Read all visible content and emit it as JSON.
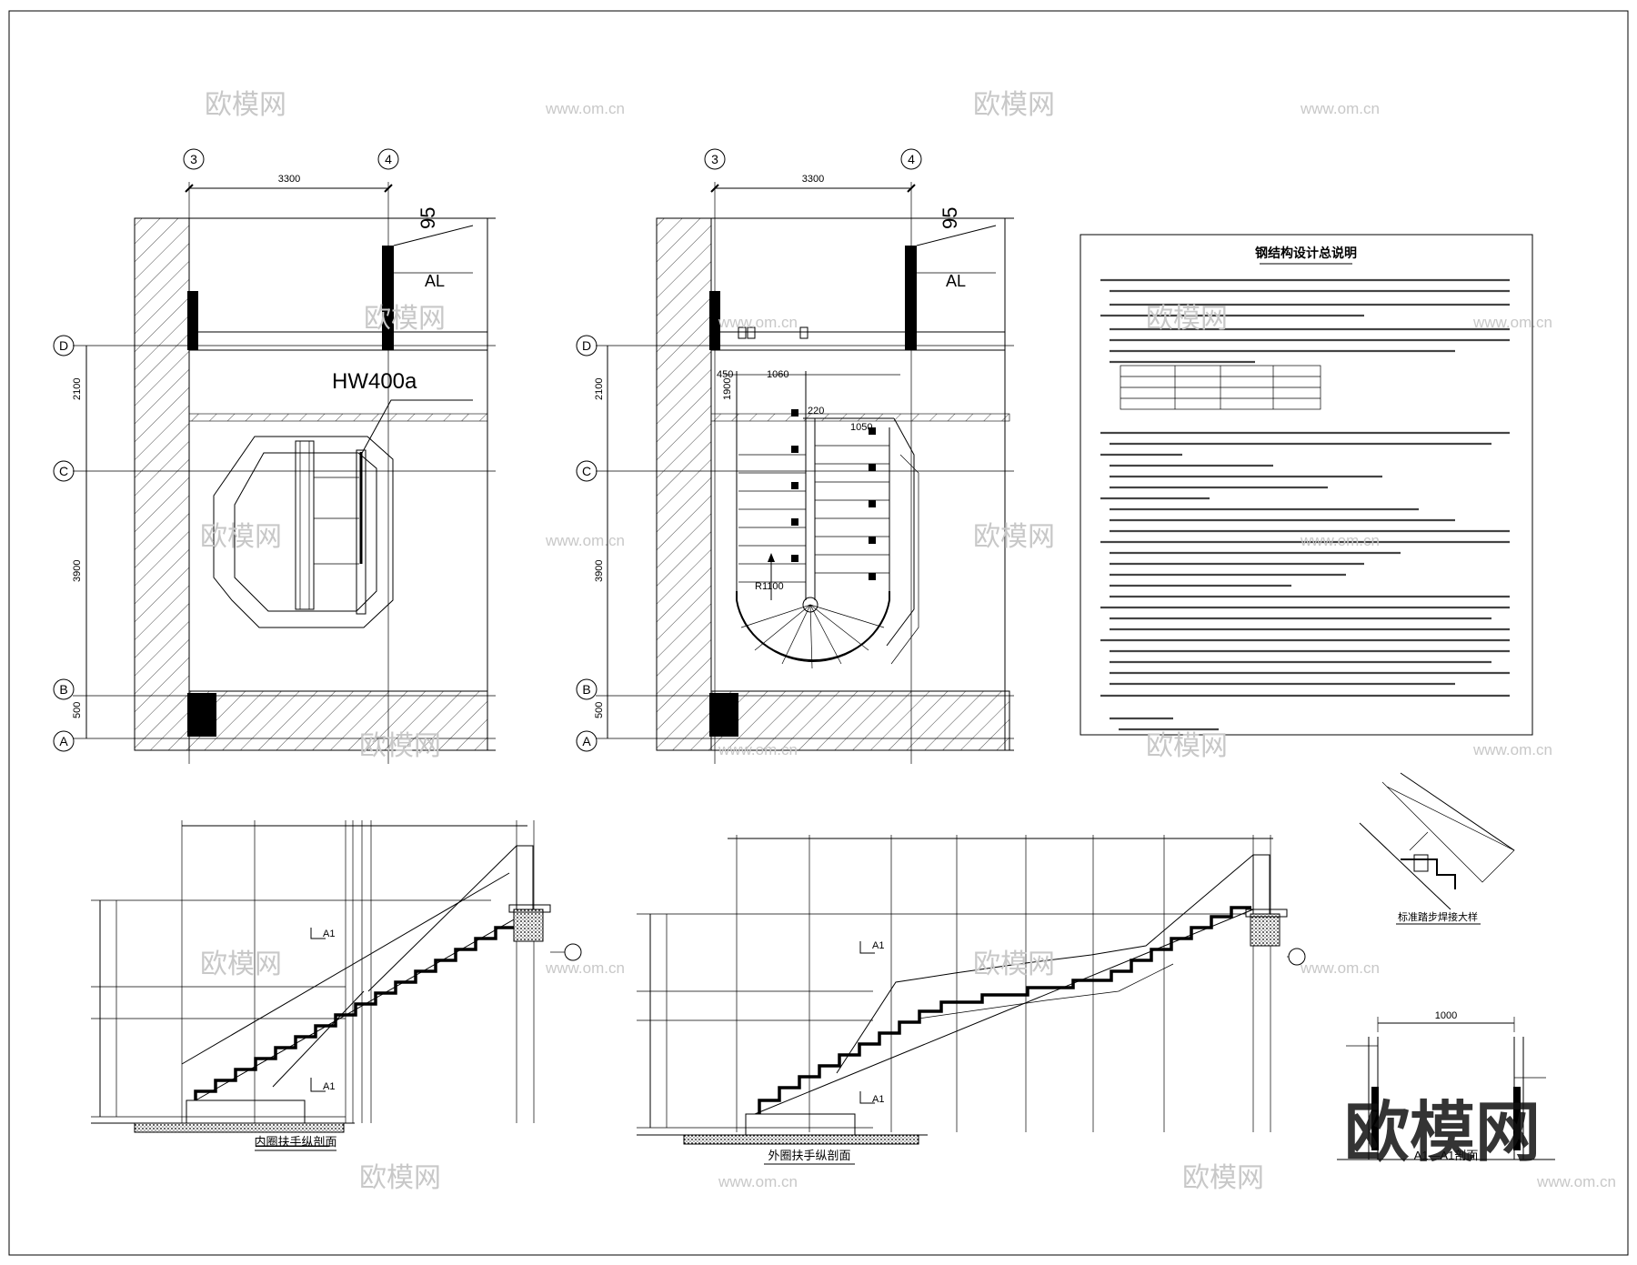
{
  "axes": {
    "col3": "3",
    "col4": "4",
    "rowA": "A",
    "rowB": "B",
    "rowC": "C",
    "rowD": "D"
  },
  "dims": {
    "span34": "3300",
    "d2100": "2100",
    "d3900": "3900",
    "d500": "500",
    "d95": "95",
    "dim450": "450",
    "dim1060": "1060",
    "dim1050": "1050",
    "dim1900": "1900",
    "dim220": "220",
    "dimR": "R1100",
    "detailW": "1000"
  },
  "labels": {
    "al": "AL",
    "hw": "HW400a",
    "a1": "A1"
  },
  "notes": {
    "title": "钢结构设计总说明"
  },
  "captions": {
    "inner": "内圈扶手纵剖面",
    "outer": "外圈扶手纵剖面",
    "detail": "标准踏步焊接大样",
    "section": "A1—A1剖面"
  },
  "watermark": {
    "logo": "欧模网",
    "url": "www.om.cn",
    "big": "欧模网"
  }
}
